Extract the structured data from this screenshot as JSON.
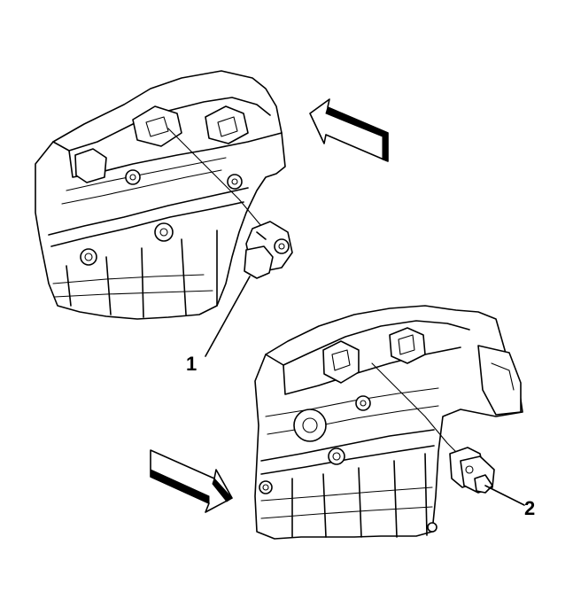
{
  "callouts": [
    {
      "id": "1",
      "text": "1"
    },
    {
      "id": "2",
      "text": "2"
    }
  ],
  "colors": {
    "line": "#000000",
    "background": "#ffffff"
  },
  "icons": [
    "direction-arrow-icon"
  ]
}
